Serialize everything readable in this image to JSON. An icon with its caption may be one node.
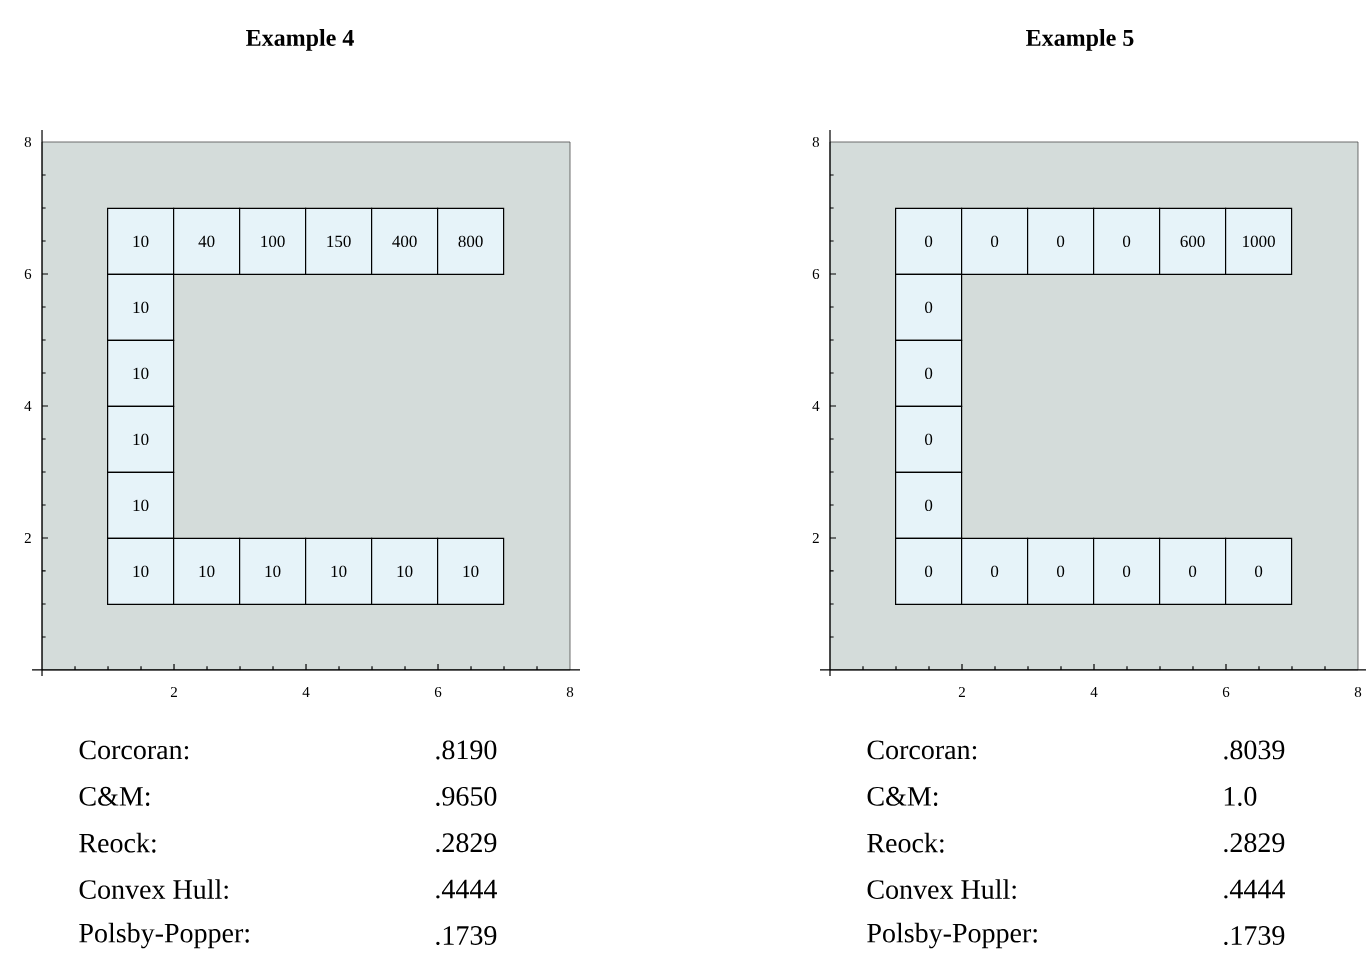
{
  "diagram": {
    "nodes": [
      {
        "text": [],
        "shape": "box"
      },
      {
        "text": [
          "10"
        ],
        "in": 0
      },
      {
        "text": [
          "40"
        ],
        "in": 0
      },
      {
        "text": [
          "100"
        ],
        "in": 0
      },
      {
        "text": [
          "150"
        ],
        "in": 0
      },
      {
        "text": [
          "400"
        ],
        "in": 0
      },
      {
        "text": [
          "800"
        ],
        "in": 0
      },
      {
        "text": [
          "10"
        ],
        "in": 0
      },
      {
        "text": [
          "10"
        ],
        "in": 0
      },
      {
        "text": [
          "10"
        ],
        "in": 0
      },
      {
        "text": [
          "10"
        ],
        "in": 0
      },
      {
        "text": [
          "10"
        ],
        "in": 0
      },
      {
        "text": [
          "10"
        ],
        "in": 0
      },
      {
        "text": [
          "10"
        ],
        "in": 0
      },
      {
        "text": [
          "10"
        ],
        "in": 0
      },
      {
        "text": [
          "10"
        ],
        "in": 0
      },
      {
        "text": [
          "10"
        ],
        "in": 0
      },
      {
        "text": [],
        "shape": "box"
      },
      {
        "text": [
          "0"
        ],
        "in": 17
      },
      {
        "text": [
          "0"
        ],
        "in": 17
      },
      {
        "text": [
          "0"
        ],
        "in": 17
      },
      {
        "text": [
          "0"
        ],
        "in": 17
      },
      {
        "text": [
          "600"
        ],
        "in": 17
      },
      {
        "text": [
          "1000"
        ],
        "in": 17
      },
      {
        "text": [
          "0"
        ],
        "in": 17
      },
      {
        "text": [
          "0"
        ],
        "in": 17
      },
      {
        "text": [
          "0"
        ],
        "in": 17
      },
      {
        "text": [
          "0"
        ],
        "in": 17
      },
      {
        "text": [
          "0"
        ],
        "in": 17
      },
      {
        "text": [
          "0"
        ],
        "in": 17
      },
      {
        "text": [
          "0"
        ],
        "in": 17
      },
      {
        "text": [
          "0"
        ],
        "in": 17
      },
      {
        "text": [
          "0"
        ],
        "in": 17
      },
      {
        "text": [
          "0"
        ],
        "in": 17
      }
    ],
    "labels": [
      "Example 4",
      "Example 5",
      "8",
      "6",
      "4",
      "2",
      "2",
      "4",
      "6",
      "8",
      "8",
      "6",
      "4",
      "2",
      "2",
      "4",
      "6",
      "8",
      "Corcoran:",
      ".8190",
      "C&M:",
      ".9650",
      "Reock:",
      ".2829",
      "Convex Hull:",
      ".4444",
      "Polsby-Popper:",
      ".1739",
      "Corcoran:",
      ".8039",
      "C&M:",
      "1.0",
      "Reock:",
      ".2829",
      "Convex Hull:",
      ".4444",
      "Polsby-Popper:",
      ".1739"
    ]
  }
}
